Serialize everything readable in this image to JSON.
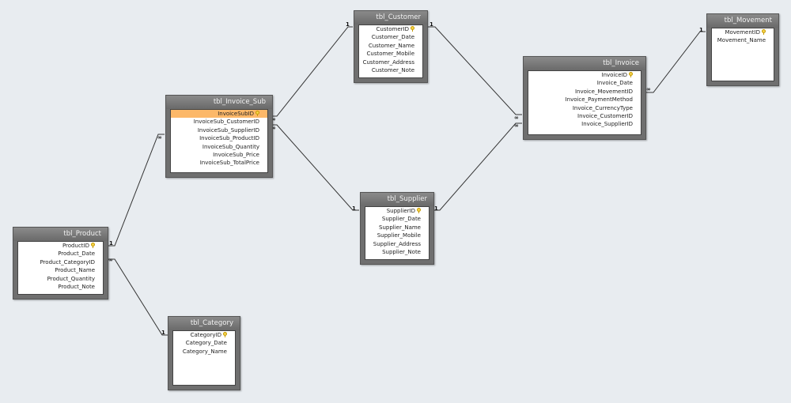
{
  "tables": {
    "customer": {
      "title": "tbl_Customer",
      "fields": [
        "CustomerID",
        "Customer_Date",
        "Customer_Name",
        "Customer_Mobile",
        "Customer_Address",
        "Customer_Note"
      ]
    },
    "movement": {
      "title": "tbl_Movement",
      "fields": [
        "MovementID",
        "Movement_Name"
      ]
    },
    "invoice": {
      "title": "tbl_Invoice",
      "fields": [
        "InvoiceID",
        "Invoice_Date",
        "Invoice_MovementID",
        "Invoice_PaymentMethod",
        "Invoice_CurrencyType",
        "Invoice_CustomerID",
        "Invoice_SupplierID"
      ]
    },
    "invoice_sub": {
      "title": "tbl_Invoice_Sub",
      "fields": [
        "InvoiceSubID",
        "InvoiceSub_CustomerID",
        "InvoiceSub_SupplierID",
        "InvoiceSub_ProductID",
        "InvoiceSub_Quantity",
        "InvoiceSub_Price",
        "InvoiceSub_TotalPrice"
      ]
    },
    "supplier": {
      "title": "tbl_Supplier",
      "fields": [
        "SupplierID",
        "Supplier_Date",
        "Supplier_Name",
        "Supplier_Mobile",
        "Supplier_Address",
        "Supplier_Note"
      ]
    },
    "product": {
      "title": "tbl_Product",
      "fields": [
        "ProductID",
        "Product_Date",
        "Product_CategoryID",
        "Product_Name",
        "Product_Quantity",
        "Product_Note"
      ]
    },
    "category": {
      "title": "tbl_Category",
      "fields": [
        "CategoryID",
        "Category_Date",
        "Category_Name"
      ]
    }
  },
  "relationships": [
    {
      "from": "invoice_sub",
      "to": "customer",
      "from_label": "∞",
      "to_label": "1"
    },
    {
      "from": "invoice_sub",
      "to": "supplier",
      "from_label": "∞",
      "to_label": "1"
    },
    {
      "from": "invoice",
      "to": "customer",
      "from_label": "∞",
      "to_label": "1"
    },
    {
      "from": "invoice",
      "to": "supplier",
      "from_label": "∞",
      "to_label": "1"
    },
    {
      "from": "invoice",
      "to": "movement",
      "from_label": "∞",
      "to_label": "1"
    },
    {
      "from": "invoice_sub",
      "to": "product",
      "from_label": "∞",
      "to_label": "1"
    },
    {
      "from": "product",
      "to": "category",
      "from_label": "∞",
      "to_label": "1"
    }
  ],
  "selected_field": "InvoiceSubID"
}
